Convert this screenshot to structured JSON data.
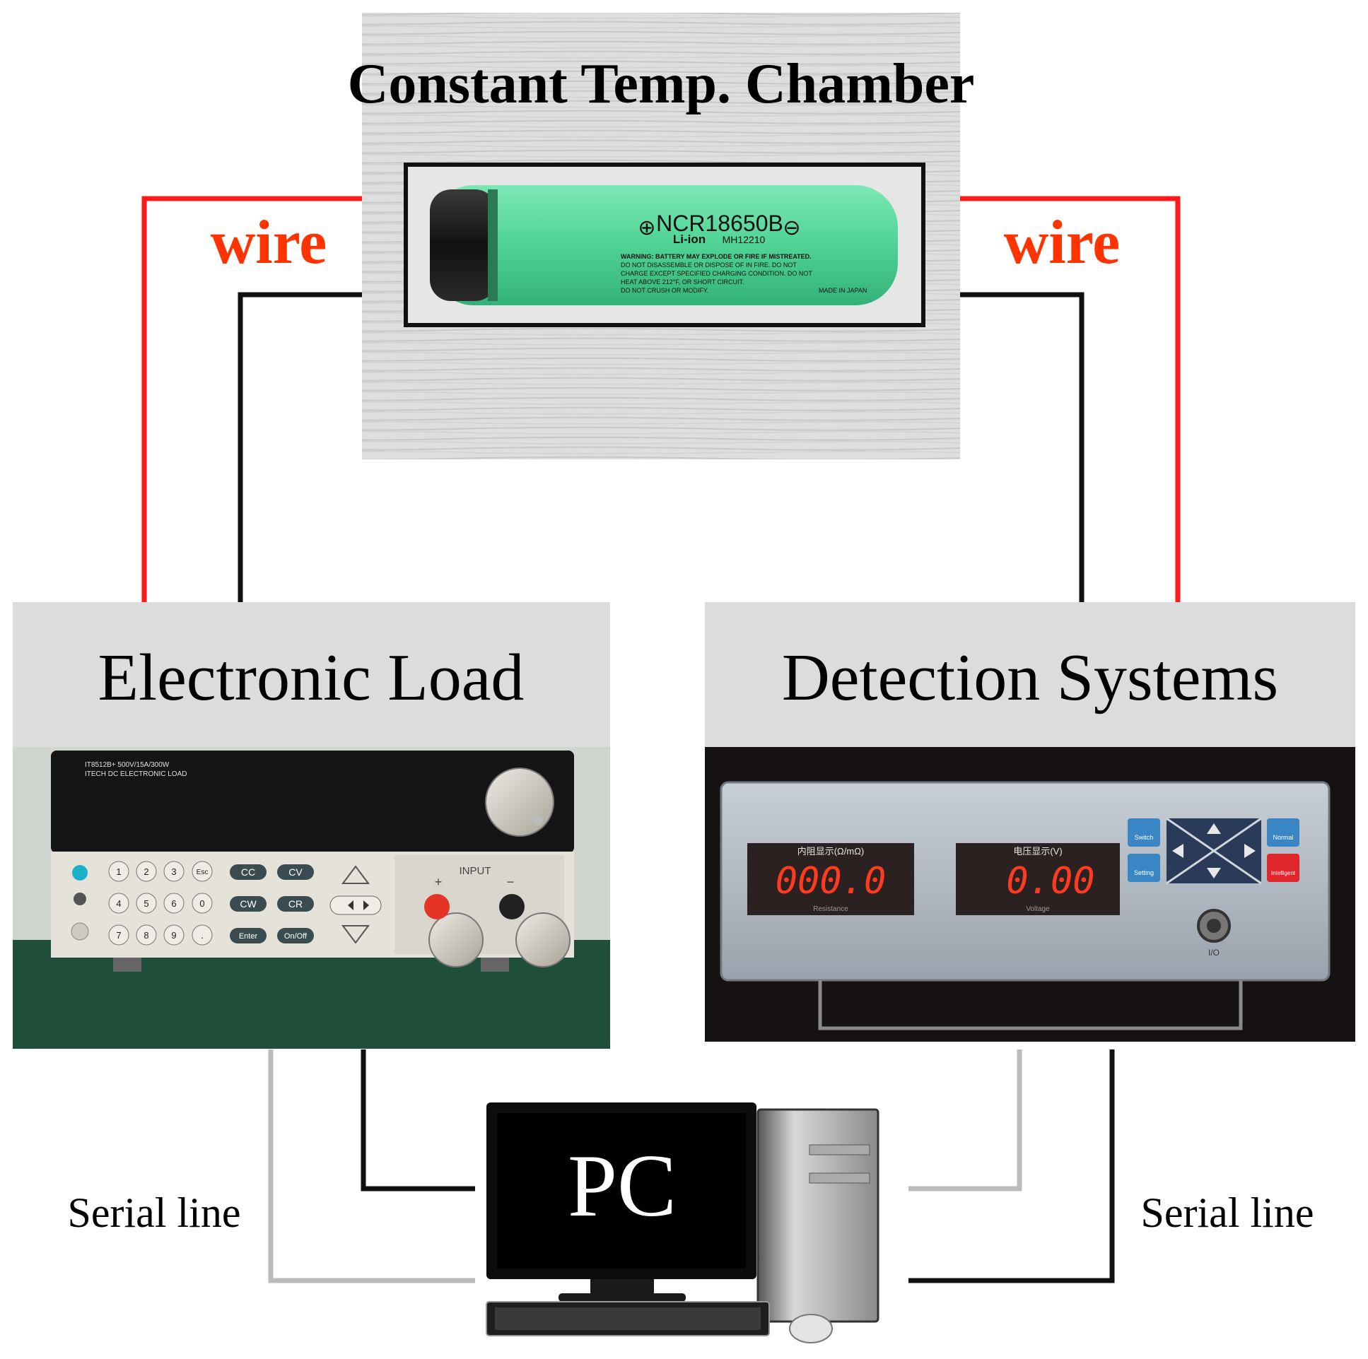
{
  "labels": {
    "chamber_title": "Constant Temp. Chamber",
    "wire_left": "wire",
    "wire_right": "wire",
    "electronic_load_title": "Electronic Load",
    "detection_systems_title": "Detection Systems",
    "pc_label": "PC",
    "serial_line_left": "Serial line",
    "serial_line_right": "Serial line"
  },
  "battery": {
    "model": "NCR18650B",
    "chemistry": "Li-ion",
    "code": "MH12210",
    "warning": [
      "WARNING: BATTERY MAY EXPLODE OR FIRE IF MISTREATED.",
      "DO NOT DISASSEMBLE OR DISPOSE OF IN FIRE. DO NOT",
      "CHARGE EXCEPT SPECIFIED CHARGING CONDITION. DO NOT",
      "HEAT ABOVE 212°F, OR SHORT CIRCUIT.",
      "DO NOT CRUSH OR MODIFY."
    ],
    "origin": "MADE IN JAPAN",
    "plus_symbol": "⊕",
    "minus_symbol": "⊖"
  },
  "electronic_load": {
    "brand_line1": "IT8512B+   500V/15A/300W",
    "brand_line2": "ITECH DC ELECTRONIC LOAD",
    "input_label": "INPUT",
    "plus": "+",
    "minus": "−",
    "keys": [
      "1",
      "2",
      "3",
      "Esc",
      "4",
      "5",
      "6",
      "0",
      "7",
      "8",
      "9",
      "."
    ],
    "mode_keys": [
      "CC",
      "CV",
      "CW",
      "CR",
      "Enter",
      "On/Off"
    ]
  },
  "detection_system": {
    "resistance_label": "内阻显示(Ω/mΩ)",
    "resistance_value": "000.0",
    "resistance_caption": "Resistance",
    "voltage_label": "电压显示(V)",
    "voltage_value": "0.00",
    "voltage_caption": "Voltage",
    "switch_label": "Switch",
    "setting_label": "Setting",
    "normal_label": "Normal",
    "intelligent_label": "Intelligent",
    "io_label": "I/O"
  },
  "colors": {
    "wire_red": "#ff1a1a",
    "wire_black": "#111111",
    "serial_gray": "#bbbbbb",
    "label_orange": "#ff3300",
    "panel_gray": "#dcdcdc",
    "battery_green": "#52d69a",
    "led_red": "#ff3b1f"
  }
}
